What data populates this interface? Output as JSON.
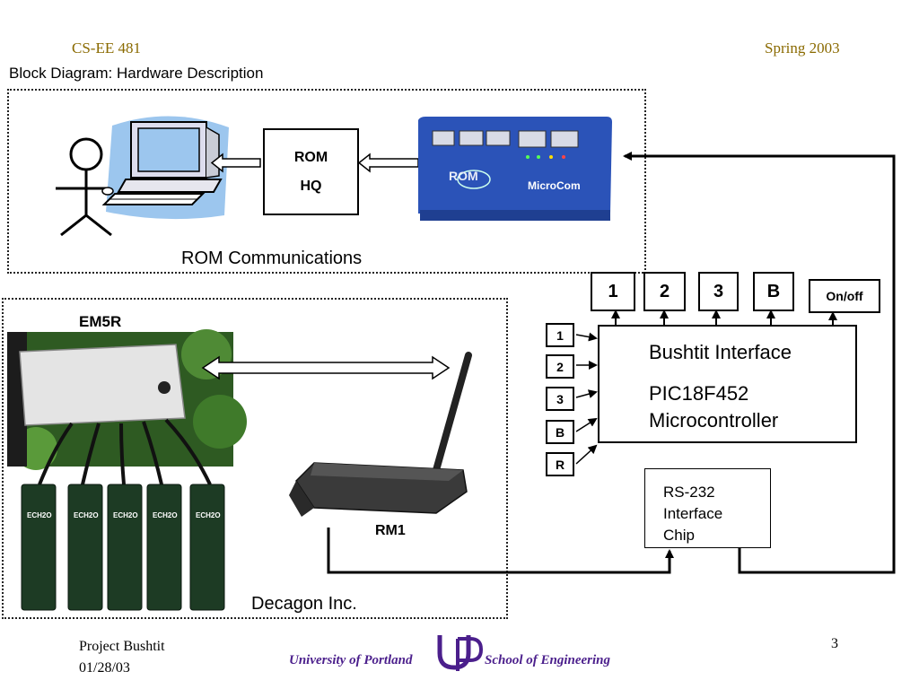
{
  "header": {
    "course": "CS-EE 481",
    "term": "Spring 2003",
    "subtitle": "Block Diagram: Hardware Description"
  },
  "rom_section": {
    "rom_hq_line1": "ROM",
    "rom_hq_line2": "HQ",
    "device_brand": "MicroCom",
    "device_logo": "ROM",
    "section_label": "ROM Communications"
  },
  "decagon_section": {
    "em5r_label": "EM5R",
    "rm1_label": "RM1",
    "section_label": "Decagon Inc.",
    "sensor_brand": "ECH2O"
  },
  "bushtit": {
    "title": "Bushtit Interface",
    "chip_line1": "PIC18F452",
    "chip_line2": "Microcontroller",
    "top_outputs": [
      "1",
      "2",
      "3",
      "B"
    ],
    "onoff": "On/off",
    "left_inputs": [
      "1",
      "2",
      "3",
      "B",
      "R"
    ]
  },
  "rs232": {
    "line1": "RS-232",
    "line2": "Interface",
    "line3": "Chip"
  },
  "footer": {
    "project": "Project Bushtit",
    "date": "01/28/03",
    "university": "University of Portland",
    "school": "School of Engineering",
    "logo": "UP",
    "page": "3"
  },
  "colors": {
    "header_gold": "#8a6a00",
    "footer_purple": "#4b1f8c",
    "device_blue": "#2b53b8",
    "screen_blue": "#9cc6ee",
    "sensor_green": "#1d3b24"
  }
}
